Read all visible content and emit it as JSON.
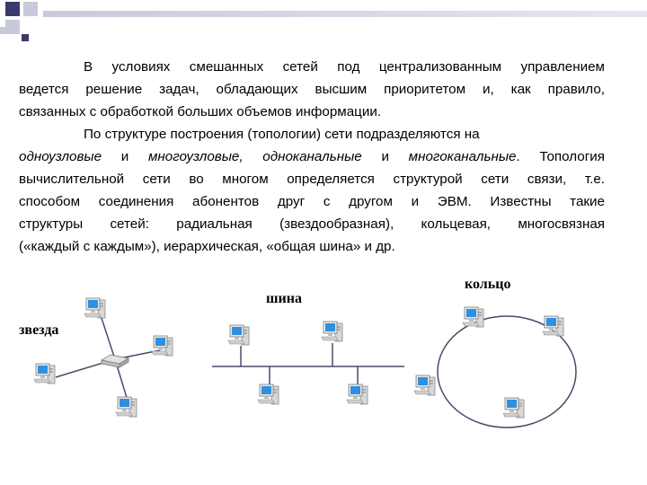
{
  "paragraph1": {
    "line1": "В условиях смешанных сетей под централизованным управлением",
    "line2": "ведется решение задач, обладающих высшим приоритетом и, как правило,",
    "line3": "связанных с обработкой больших объемов информации."
  },
  "paragraph2": {
    "line1": "По структуре построения (топологии) сети подразделяются на",
    "line2_italic1": "одноузловые",
    "line2_mid1": " и ",
    "line2_italic2": "многоузловые, одноканальные",
    "line2_mid2": " и ",
    "line2_italic3": "многоканальные",
    "line2_rest": ". Топология",
    "line3": "вычислительной сети во многом определяется структурой сети связи, т.е.",
    "line4": "способом соединения абонентов друг с другом и ЭВМ. Известны такие",
    "line5": "структуры сетей: радиальная (звездообразная), кольцевая, многосвязная",
    "line6": "(«каждый с каждым»), иерархическая, «общая шина» и др."
  },
  "diagrams": {
    "star_label": "звезда",
    "bus_label": "шина",
    "ring_label": "кольцо"
  },
  "colors": {
    "corner_square": "#c9c9dc",
    "corner_square_dark": "#3a3a6e",
    "monitor_screen": "#2f8fe0",
    "monitor_body": "#d8d8d8",
    "line": "#4a4a6a"
  }
}
